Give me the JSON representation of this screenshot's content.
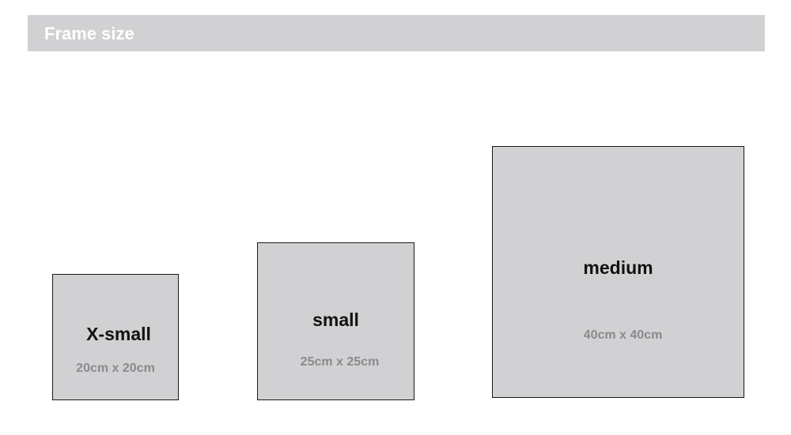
{
  "header": {
    "title": "Frame size"
  },
  "frames": [
    {
      "label": "X-small",
      "dimensions": "20cm x 20cm"
    },
    {
      "label": "small",
      "dimensions": "25cm x 25cm"
    },
    {
      "label": "medium",
      "dimensions": "40cm x 40cm"
    }
  ],
  "colors": {
    "header_background": "#d1d1d3",
    "header_text": "#ffffff",
    "frame_fill": "#d1d1d3",
    "frame_border": "#1a1a1a",
    "label_text": "#111111",
    "dimension_text": "#8a8a8c"
  }
}
